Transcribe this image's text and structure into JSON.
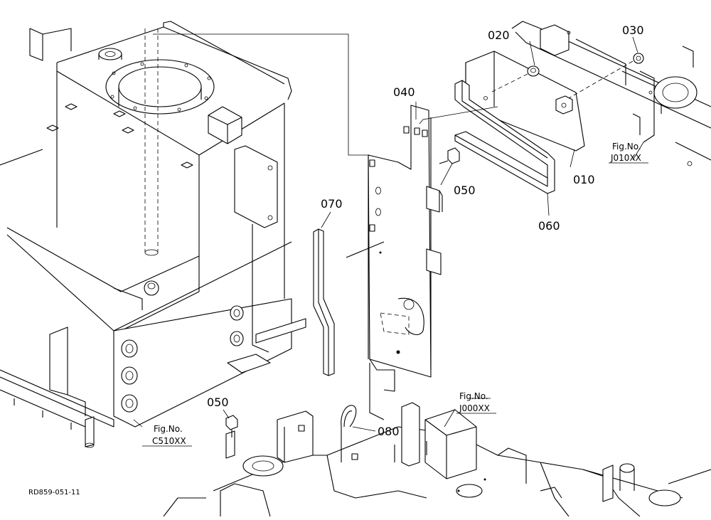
{
  "parts": [
    {
      "id": "p010",
      "label": "010"
    },
    {
      "id": "p020",
      "label": "020"
    },
    {
      "id": "p030",
      "label": "030"
    },
    {
      "id": "p040",
      "label": "040"
    },
    {
      "id": "p050a",
      "label": "050"
    },
    {
      "id": "p050b",
      "label": "050"
    },
    {
      "id": "p060",
      "label": "060"
    },
    {
      "id": "p070",
      "label": "070"
    },
    {
      "id": "p080",
      "label": "080"
    }
  ],
  "fig_refs": [
    {
      "id": "j010",
      "line1": "Fig.No.",
      "line2": "J010XX"
    },
    {
      "id": "j000",
      "line1": "Fig.No.",
      "line2": "J000XX"
    },
    {
      "id": "c510",
      "line1": "Fig.No.",
      "line2": "C510XX"
    }
  ],
  "drawing_code": "RD859-051-11"
}
